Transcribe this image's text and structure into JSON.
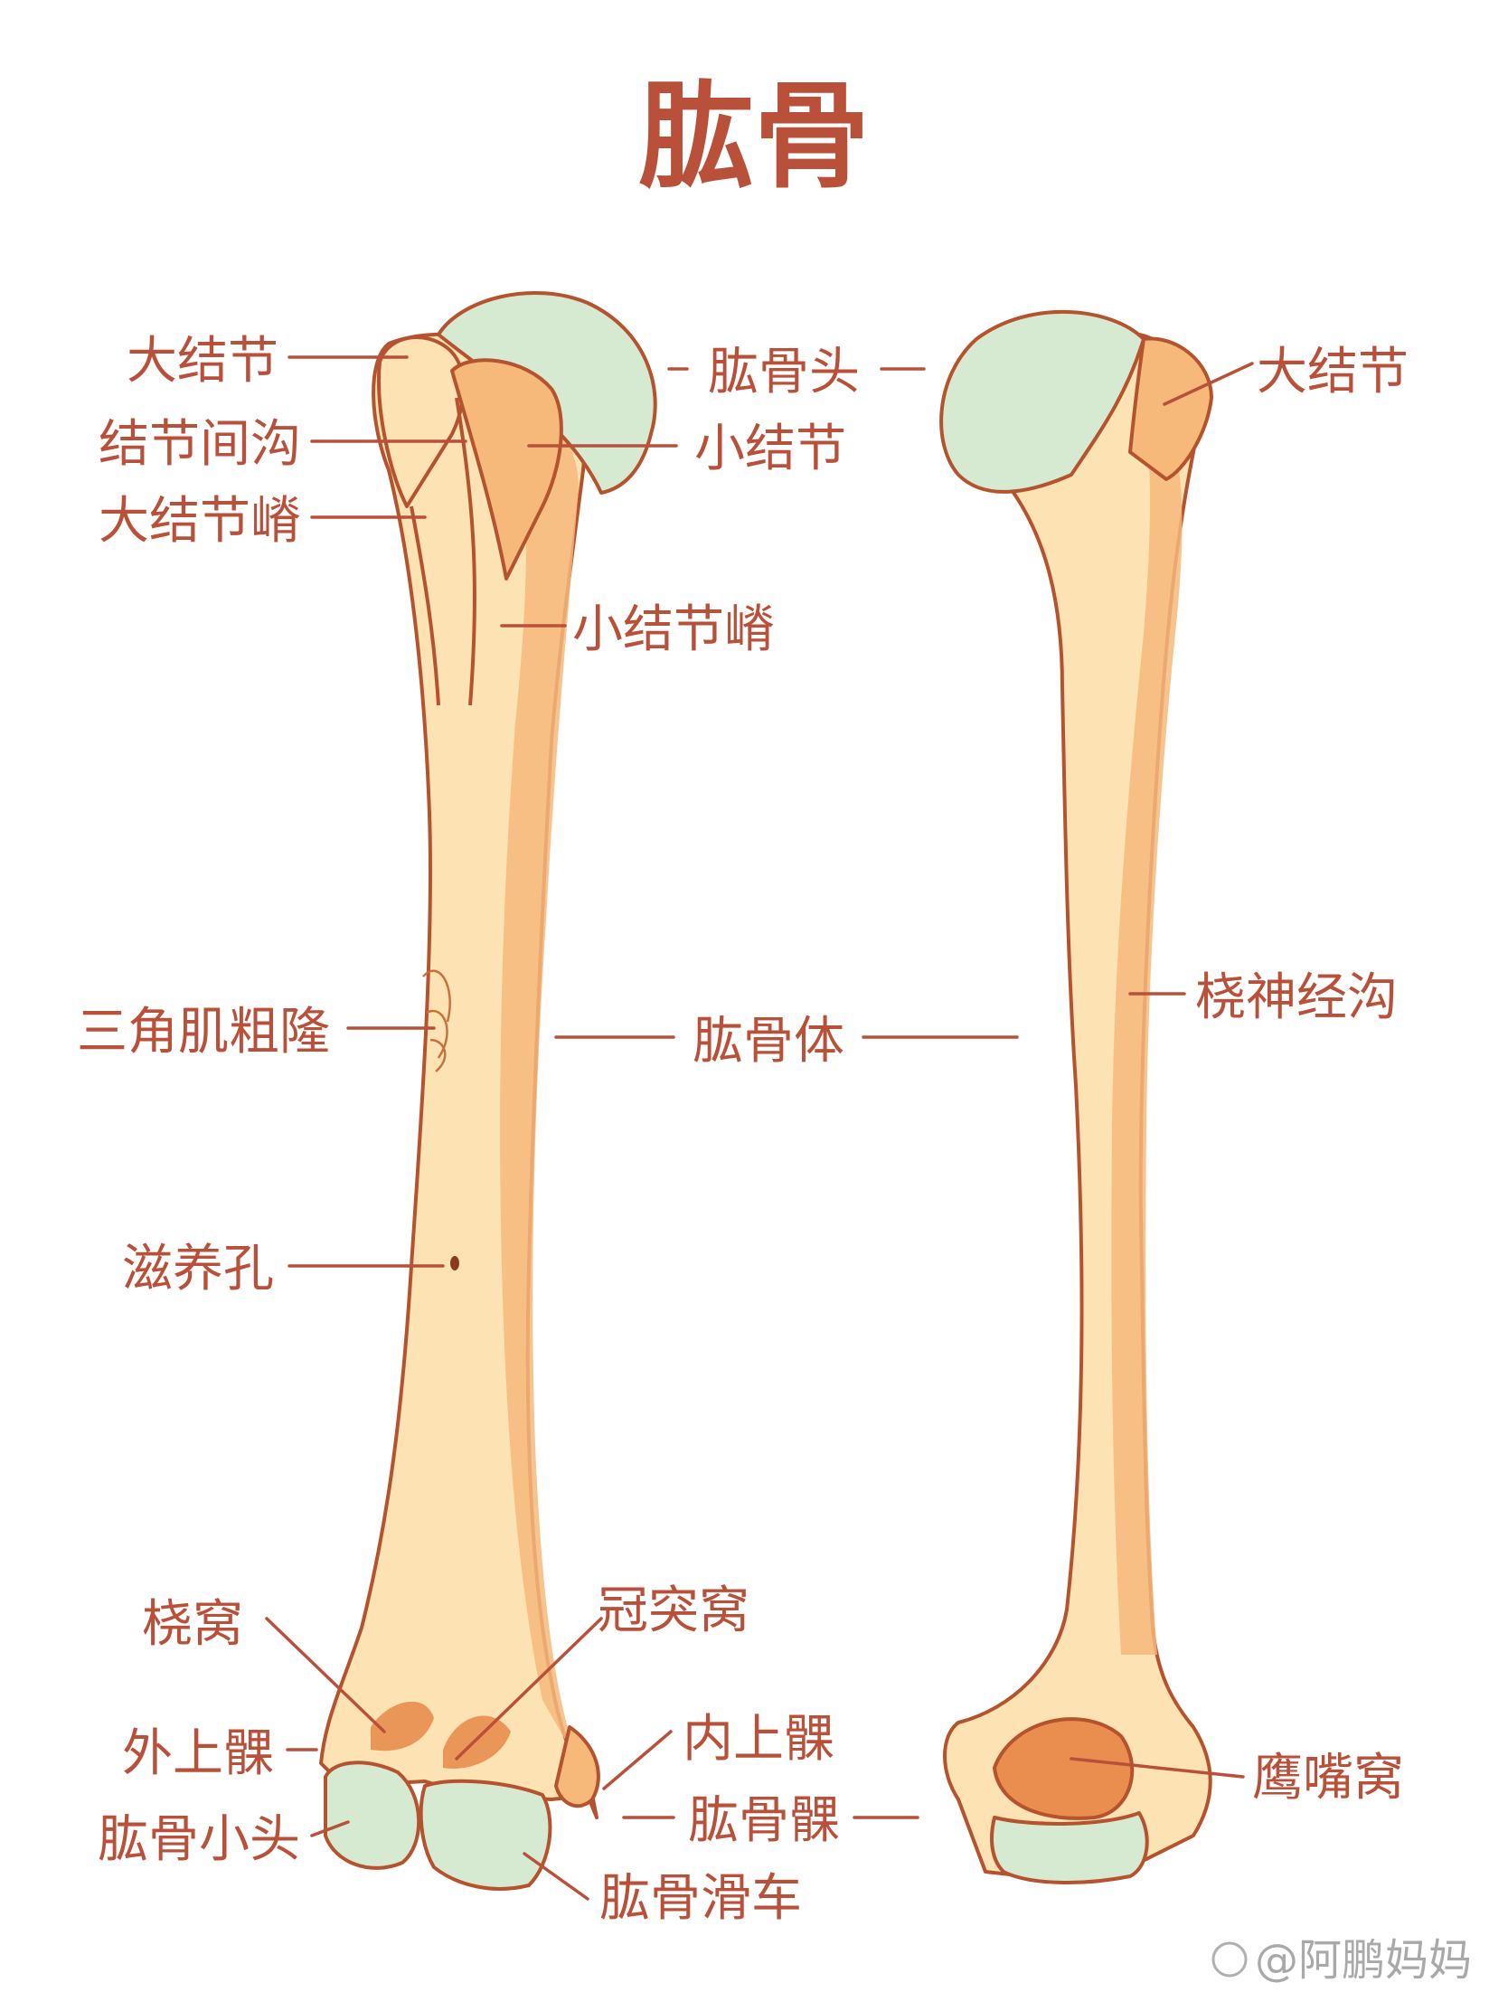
{
  "title": "肱骨",
  "labels": {
    "greater_tubercle_left": "大结节",
    "intertubercular_groove": "结节间沟",
    "greater_tubercle_crest": "大结节嵴",
    "head": "肱骨头",
    "lesser_tubercle": "小结节",
    "lesser_tubercle_crest": "小结节嵴",
    "greater_tubercle_right": "大结节",
    "deltoid_tuberosity": "三角肌粗隆",
    "shaft": "肱骨体",
    "radial_nerve_groove": "桡神经沟",
    "nutrient_foramen": "滋养孔",
    "radial_fossa": "桡窝",
    "coronoid_fossa": "冠突窝",
    "lateral_epicondyle": "外上髁",
    "medial_epicondyle": "内上髁",
    "condyle": "肱骨髁",
    "olecranon_fossa": "鹰嘴窝",
    "capitulum": "肱骨小头",
    "trochlea": "肱骨滑车"
  },
  "watermark": "@阿鹏妈妈",
  "colors": {
    "text": "#b9513a",
    "bone_light": "#fde2b4",
    "bone_mid": "#f6b97a",
    "bone_shadow": "#e98e4f",
    "cartilage": "#d6ead1",
    "outline": "#b5532f"
  }
}
